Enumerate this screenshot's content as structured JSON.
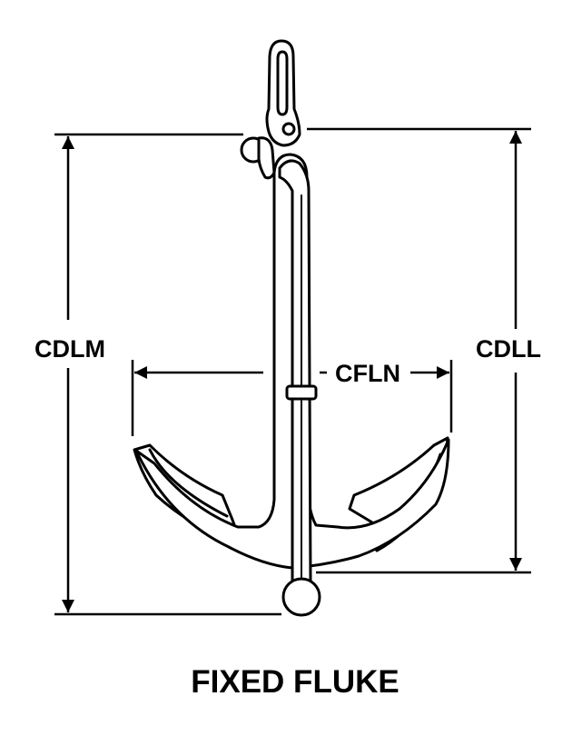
{
  "diagram": {
    "title": "FIXED FLUKE",
    "dimensions": {
      "left_height": "CDLM",
      "right_height": "CDLL",
      "fluke_width": "CFLN"
    },
    "colors": {
      "ink": "#000000",
      "background": "#ffffff"
    }
  }
}
